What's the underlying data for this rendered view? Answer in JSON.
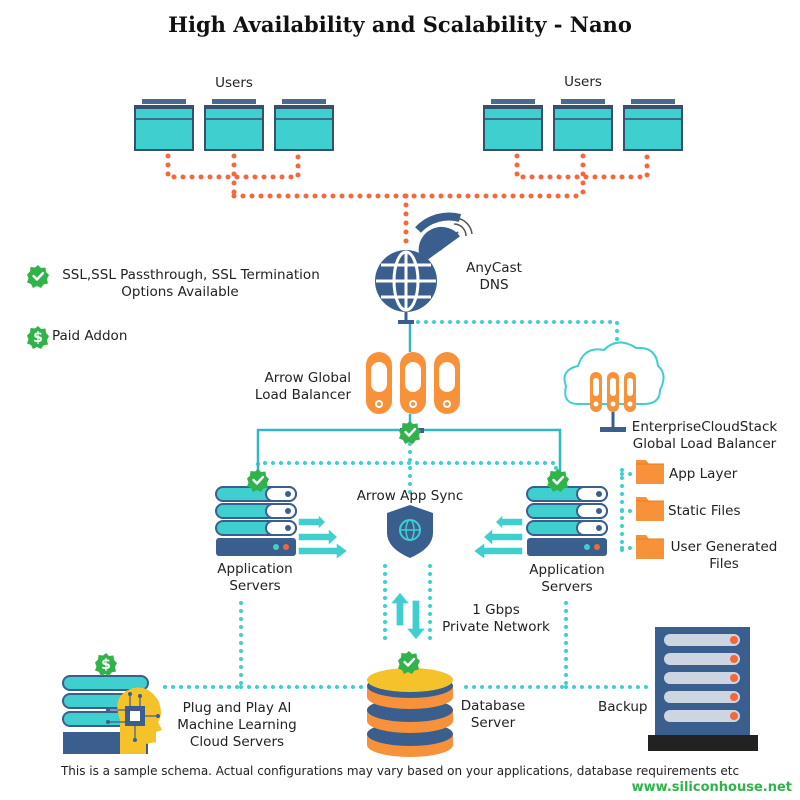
{
  "title": "High Availability and Scalability - Nano",
  "users_left": "Users",
  "users_right": "Users",
  "legend": {
    "ssl_line1": "SSL,SSL Passthrough, SSL Termination",
    "ssl_line2": "Options Available",
    "paid": "Paid Addon",
    "ssl_icon": "check-badge-icon",
    "paid_icon": "dollar-badge-icon"
  },
  "anycast": {
    "line1": "AnyCast",
    "line2": "DNS"
  },
  "arrow_glb": {
    "line1": "Arrow Global",
    "line2": "Load Balancer"
  },
  "ecs_glb": {
    "line1": "EnterpriseCloudStack",
    "line2": "Global Load Balancer"
  },
  "app_sync": "Arrow App Sync",
  "app_servers_left": {
    "line1": "Application",
    "line2": "Servers"
  },
  "app_servers_right": {
    "line1": "Application",
    "line2": "Servers"
  },
  "storage": {
    "app_layer": "App Layer",
    "static_files": "Static Files",
    "ugf_line1": "User Generated",
    "ugf_line2": "Files"
  },
  "network": {
    "line1": "1 Gbps",
    "line2": "Private Network"
  },
  "ai": {
    "line1": "Plug and Play AI",
    "line2": "Machine Learning",
    "line3": "Cloud Servers"
  },
  "db": {
    "line1": "Database",
    "line2": "Server"
  },
  "backup": "Backup",
  "footnote": "This is a sample schema. Actual configurations may vary based on your applications, database requirements etc",
  "website": "www.siliconhouse.net",
  "colors": {
    "teal": "#3ecfce",
    "teal_line": "#2fb8c0",
    "orange": "#f7923a",
    "orange_dot": "#f5663a",
    "navy": "#3a5f8f",
    "green": "#2fb34a",
    "gold": "#f6c22a"
  }
}
